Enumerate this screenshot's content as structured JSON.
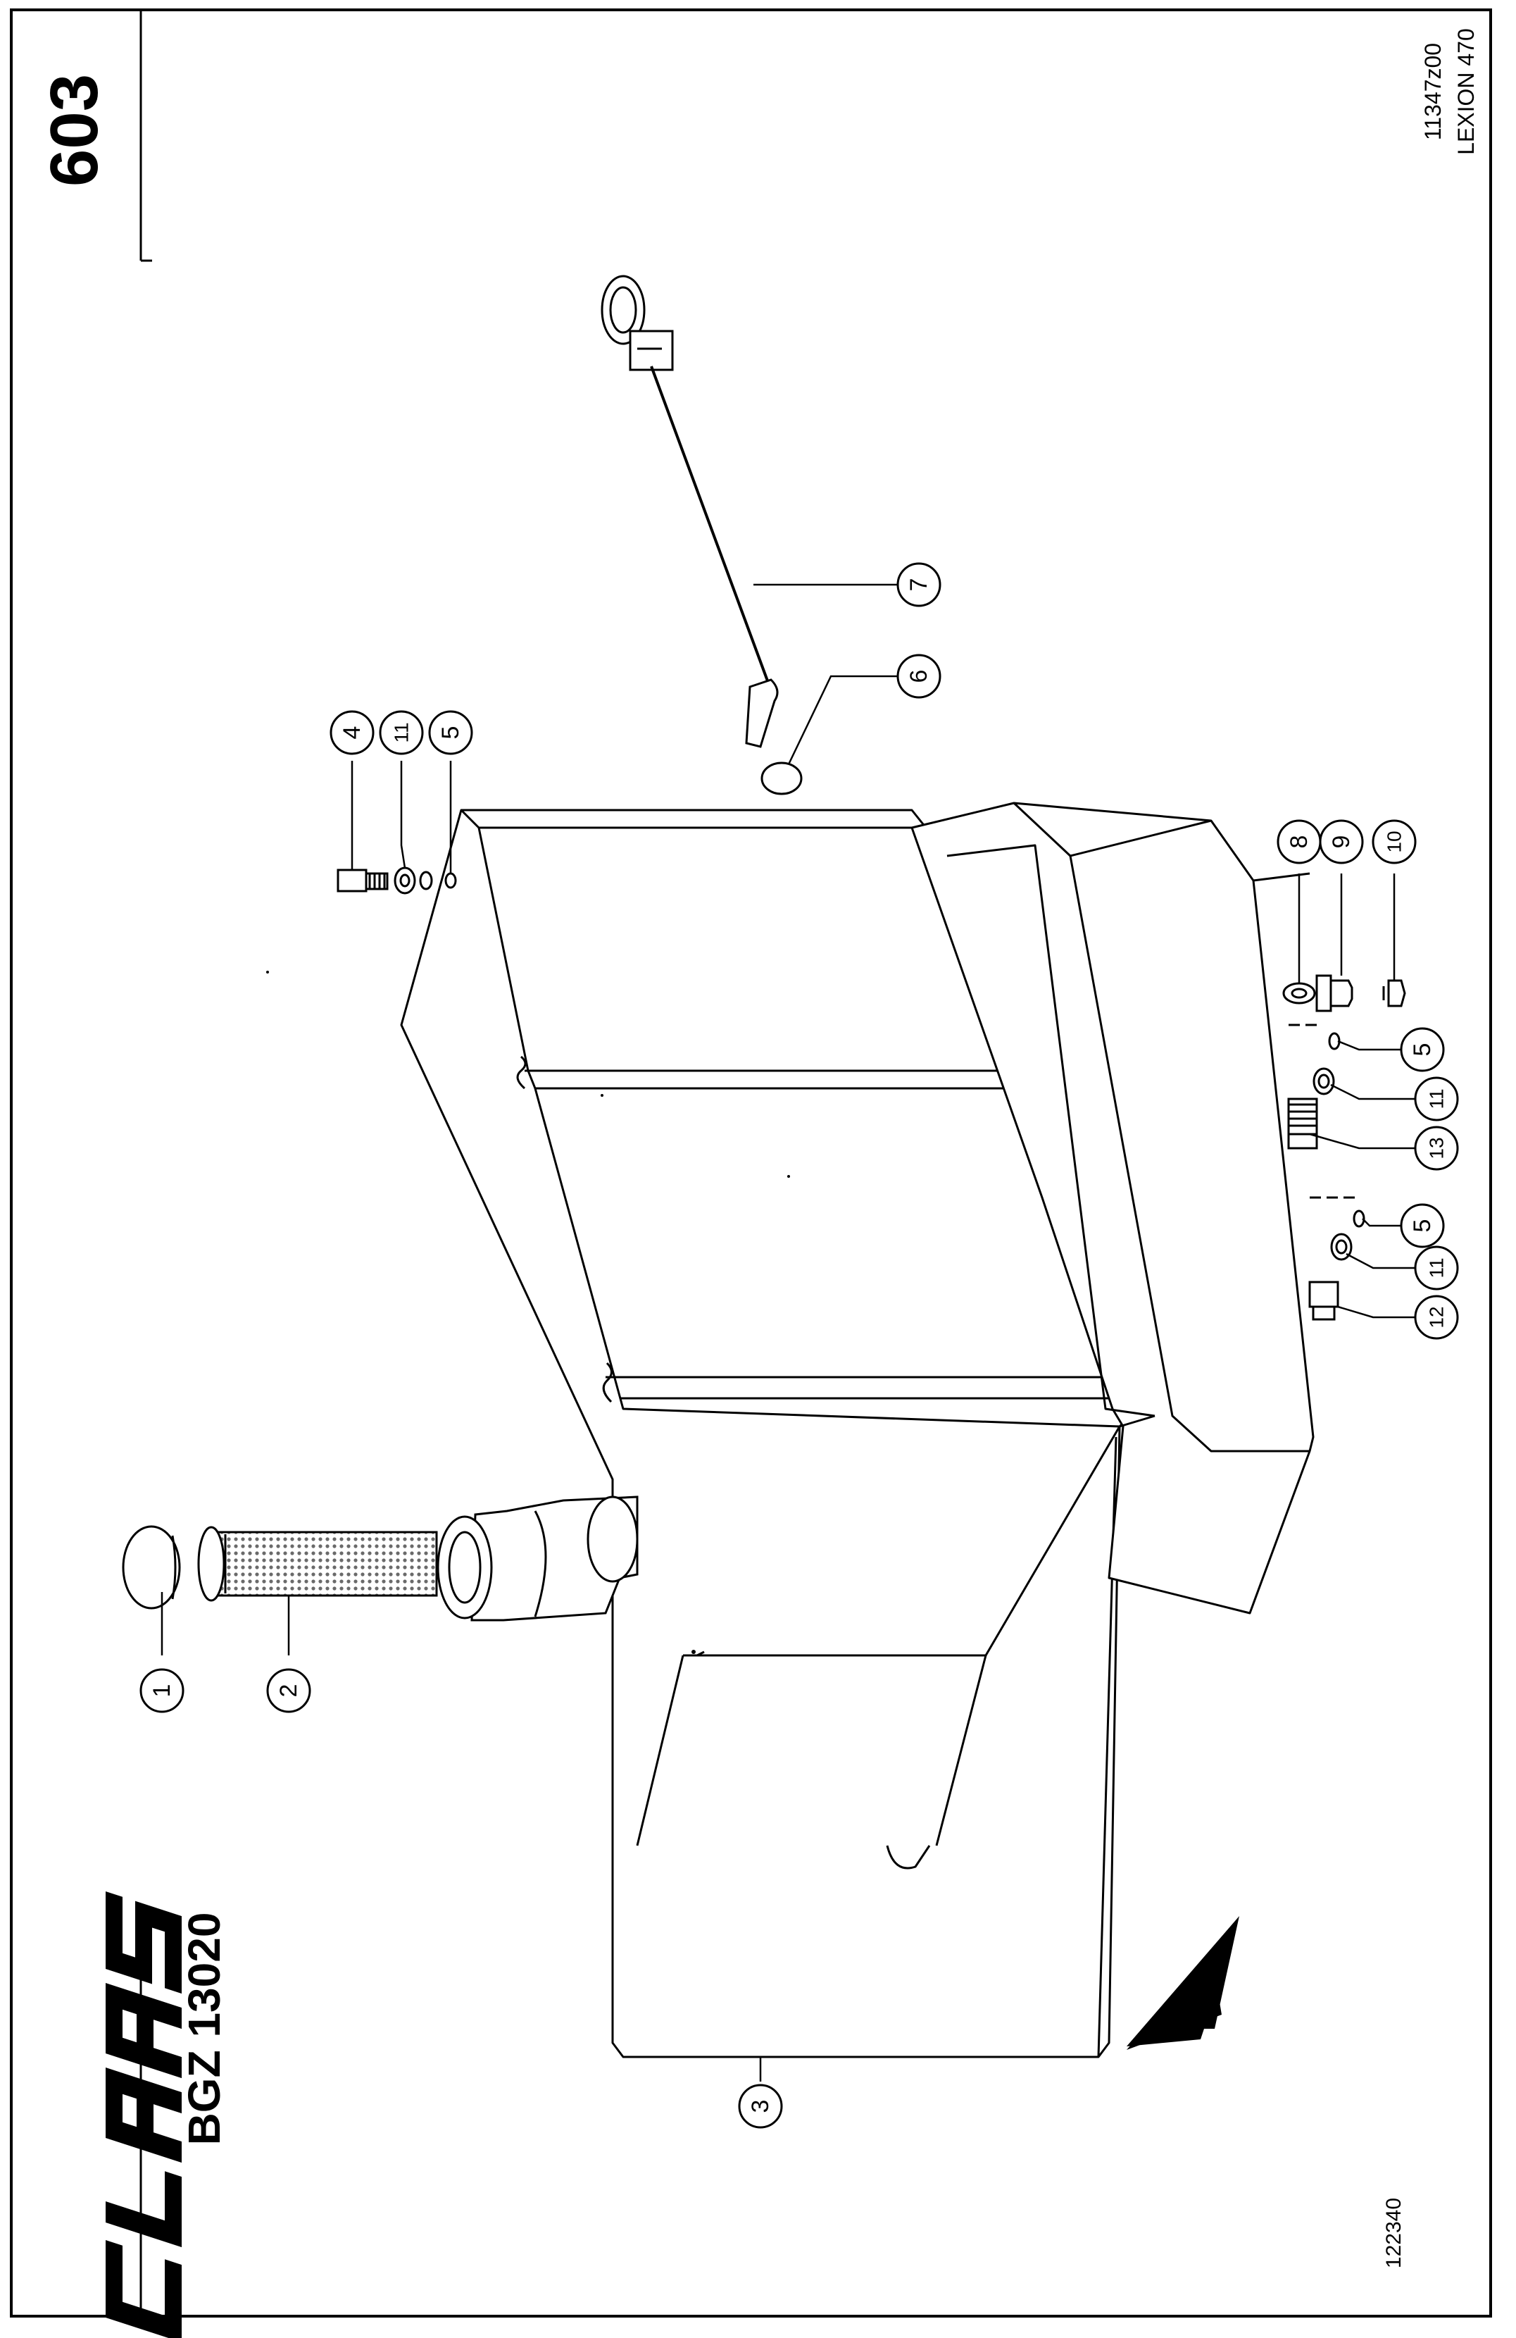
{
  "header": {
    "page_number": "603",
    "document_code": "11347z00",
    "model": "LEXION 470"
  },
  "footer": {
    "brand": "CLAAS",
    "group_code": "BGZ 13020",
    "image_number": "122340"
  },
  "callouts": {
    "c1": "1",
    "c2": "2",
    "c3": "3",
    "c4": "4",
    "c11a": "11",
    "c5a": "5",
    "c6": "6",
    "c7": "7",
    "c8": "8",
    "c9": "9",
    "c10": "10",
    "c5b": "5",
    "c11b": "11",
    "c13": "13",
    "c5c": "5",
    "c11c": "11",
    "c12": "12"
  },
  "colors": {
    "ink": "#000000",
    "paper": "#ffffff",
    "screen_fill": "#9a9a9a"
  }
}
